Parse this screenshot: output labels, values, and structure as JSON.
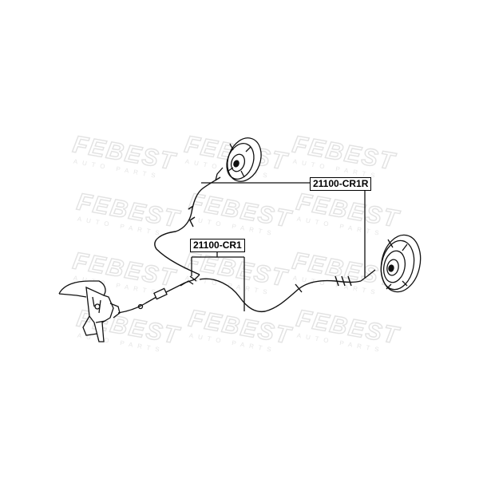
{
  "watermark": {
    "brand": "FEBEST",
    "tagline": "AUTO PARTS"
  },
  "callouts": [
    {
      "id": "rear-right",
      "label": "21100-CR1R"
    },
    {
      "id": "rear-left",
      "label": "21100-CR1"
    }
  ],
  "colors": {
    "line": "#111111",
    "watermark": "#e2e2e2",
    "background": "#ffffff"
  }
}
